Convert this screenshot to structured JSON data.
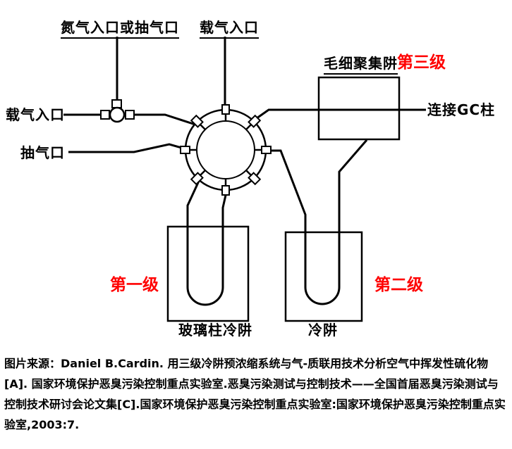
{
  "diagram": {
    "labels": {
      "nitrogen_inlet": "氮气入口或抽气口",
      "carrier_gas_top": "载气入口",
      "carrier_gas_left": "载气入口",
      "pump_port": "抽气口",
      "capillary_trap": "毛细聚集阱",
      "gc_column": "连接GC柱",
      "glass_trap": "玻璃柱冷阱",
      "cold_trap": "冷阱"
    },
    "stages": {
      "first": "第一级",
      "second": "第二级",
      "third": "第三级"
    },
    "colors": {
      "stage_label_color": "#ff0000",
      "line_color": "#000000",
      "background": "#ffffff"
    }
  },
  "caption": {
    "text": "图片来源：Daniel B.Cardin. 用三级冷阱预浓缩系统与气-质联用技术分析空气中挥发性硫化物[A]. 国家环境保护恶臭污染控制重点实验室.恶臭污染测试与控制技术——全国首届恶臭污染测试与控制技术研讨会论文集[C].国家环境保护恶臭污染控制重点实验室:国家环境保护恶臭污染控制重点实验室,2003:7."
  }
}
